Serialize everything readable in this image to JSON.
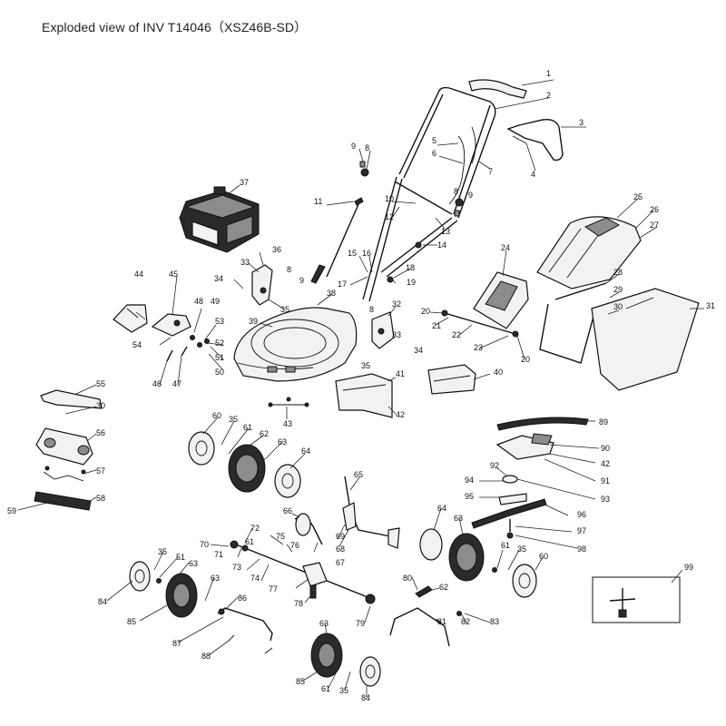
{
  "title": "Exploded view of INV T14046（XSZ46B-SD）",
  "labels": [
    "1",
    "2",
    "3",
    "4",
    "5",
    "6",
    "7",
    "8",
    "9",
    "10",
    "11",
    "12",
    "13",
    "14",
    "15",
    "16",
    "17",
    "18",
    "19",
    "20",
    "21",
    "22",
    "23",
    "24",
    "25",
    "26",
    "27",
    "28",
    "29",
    "30",
    "31",
    "32",
    "33",
    "34",
    "35",
    "36",
    "37",
    "38",
    "39",
    "40",
    "41",
    "42",
    "43",
    "44",
    "45",
    "46",
    "47",
    "48",
    "49",
    "50",
    "51",
    "52",
    "53",
    "54",
    "55",
    "56",
    "57",
    "58",
    "59",
    "60",
    "61",
    "62",
    "63",
    "64",
    "65",
    "66",
    "67",
    "68",
    "69",
    "70",
    "71",
    "72",
    "73",
    "74",
    "75",
    "76",
    "77",
    "78",
    "79",
    "80",
    "81",
    "82",
    "83",
    "84",
    "85",
    "86",
    "87",
    "88",
    "89",
    "90",
    "91",
    "92",
    "93",
    "94",
    "95",
    "96",
    "97",
    "98",
    "99"
  ]
}
